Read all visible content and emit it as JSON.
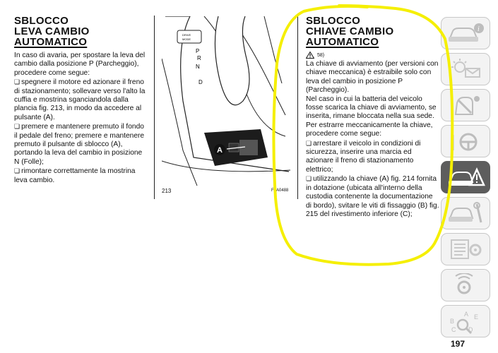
{
  "left": {
    "title_lines": [
      "SBLOCCO",
      "LEVA CAMBIO",
      "AUTOMATICO"
    ],
    "intro": "In caso di avaria, per spostare la leva del cambio dalla posizione P (Parcheggio), procedere come segue:",
    "steps": [
      "spegnere il motore ed azionare il freno di stazionamento; sollevare verso l'alto la cuffia e mostrina sganciandola dalla plancia fig. 213, in modo da accedere al pulsante (A).",
      "premere e mantenere premuto il fondo il pedale del freno; premere e mantenere premuto il pulsante di sblocco (A), portando la leva del cambio in posizione N (Folle);",
      "rimontare correttamente la mostrina leva cambio."
    ]
  },
  "figure": {
    "number": "213",
    "code": "F1A0488",
    "callout": "A",
    "gear_letters": [
      "P",
      "R",
      "N",
      "D"
    ]
  },
  "right": {
    "title_lines": [
      "SBLOCCO",
      "CHIAVE CAMBIO",
      "AUTOMATICO"
    ],
    "note_label": "58)",
    "paragraphs": [
      "La chiave di avviamento (per versioni con chiave meccanica) è estraibile solo con leva del cambio in posizione P (Parcheggio).",
      "Nel caso in cui la batteria del veicolo fosse scarica la chiave di avviamento, se inserita, rimane bloccata nella sua sede.",
      "Per estrarre meccanicamente la chiave, procedere come segue:"
    ],
    "steps": [
      "arrestare il veicolo in condizioni di sicurezza, inserire una marcia ed azionare il freno di stazionamento elettrico;",
      "utilizzando la chiave (A) fig. 214 fornita in dotazione (ubicata all'interno della custodia contenente la documentazione di bordo), svitare le viti di fissaggio (B) fig. 215 del rivestimento inferiore (C);"
    ]
  },
  "sidebar": {
    "tabs": [
      {
        "icon": "car-info-icon",
        "active": false
      },
      {
        "icon": "dashboard-lights-icon",
        "active": false
      },
      {
        "icon": "seatbelt-safety-icon",
        "active": false
      },
      {
        "icon": "steering-wheel-icon",
        "active": false
      },
      {
        "icon": "car-emergency-icon",
        "active": true
      },
      {
        "icon": "car-maintenance-icon",
        "active": false
      },
      {
        "icon": "technical-data-icon",
        "active": false
      },
      {
        "icon": "multimedia-icon",
        "active": false
      },
      {
        "icon": "index-icon",
        "active": false
      }
    ],
    "index_letters": [
      "A",
      "B",
      "C",
      "D",
      "E"
    ]
  },
  "page_number": "197",
  "colors": {
    "highlight": "#f5ef00",
    "active_tab": "#5d5d5d",
    "tab_bg": "#f3f3f3"
  }
}
